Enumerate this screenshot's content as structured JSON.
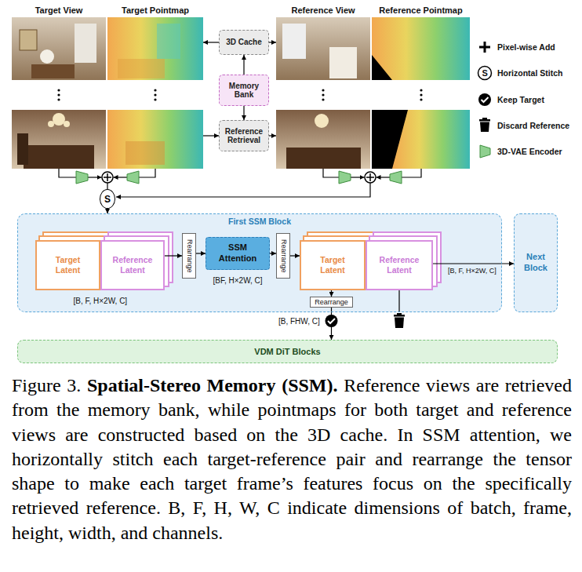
{
  "diagram": {
    "caption": "Figure 3. Spatial-Stereo Memory (SSM). Reference views are retrieved from the memory bank, while pointmaps for both target and reference views are constructed based on the 3D cache. In SSM attention, we horizontally stitch each target-reference pair and rearrange the tensor shape to make each target frame’s features focus on the specifically retrieved reference. B, F, H, W, C indicate dimensions of batch, frame, height, width, and channels.",
    "nodes": [
      {
        "text": [
          "Target View"
        ]
      },
      {
        "text": [
          "Target Pointmap"
        ]
      },
      {
        "text": [
          "3D Cache"
        ]
      },
      {
        "text": [
          "Memory Bank"
        ]
      },
      {
        "text": [
          "Reference Retrieval"
        ]
      },
      {
        "text": [
          "Reference View"
        ]
      },
      {
        "text": [
          "Reference Pointmap"
        ]
      },
      {
        "text": [
          "S"
        ]
      },
      {
        "text": [
          "First SSM Block"
        ]
      },
      {
        "text": [
          "Target Latent"
        ],
        "in": 8
      },
      {
        "text": [
          "Reference Latent"
        ],
        "in": 8
      },
      {
        "text": [
          "Rearrange"
        ],
        "in": 8
      },
      {
        "text": [
          "SSM Attention"
        ],
        "in": 8
      },
      {
        "text": [
          "Rearrange"
        ],
        "in": 8
      },
      {
        "text": [
          "Target Latent"
        ],
        "in": 8
      },
      {
        "text": [
          "Reference Latent"
        ],
        "in": 8
      },
      {
        "text": [
          "Rearrange"
        ],
        "in": 8
      },
      {
        "text": [
          "Next Block"
        ]
      },
      {
        "text": [
          "VDM DiT Blocks"
        ]
      }
    ],
    "edges": [
      {
        "from": 2,
        "to": 1,
        "arrow": "to"
      },
      {
        "from": 2,
        "to": 5,
        "arrow": "to"
      },
      {
        "from": 3,
        "to": 2,
        "arrow": "to"
      },
      {
        "from": 3,
        "to": 4,
        "arrow": "to"
      },
      {
        "from": 7,
        "to": 8,
        "arrow": "to"
      },
      {
        "from": 10,
        "to": 11,
        "arrow": "to"
      },
      {
        "from": 11,
        "to": 12,
        "arrow": "to"
      },
      {
        "from": 12,
        "to": 13,
        "arrow": "to"
      },
      {
        "from": 13,
        "to": 14,
        "arrow": "to"
      },
      {
        "from": 14,
        "to": 16,
        "arrow": "to"
      },
      {
        "from": 16,
        "to": 18,
        "arrow": "to"
      },
      {
        "from": 15,
        "to": 17,
        "label": "[B, F, H×2W, C]",
        "arrow": "to"
      }
    ],
    "labels": [
      "[B, F, H×2W, C]",
      "[BF, H×2W, C]",
      "[B, FHW, C]",
      "S"
    ],
    "legend": [
      {
        "text": "Pixel-wise Add"
      },
      {
        "text": "Horizontal Stitch"
      },
      {
        "text": "Keep Target"
      },
      {
        "text": "Discard Reference"
      },
      {
        "text": "3D-VAE Encoder"
      }
    ]
  }
}
